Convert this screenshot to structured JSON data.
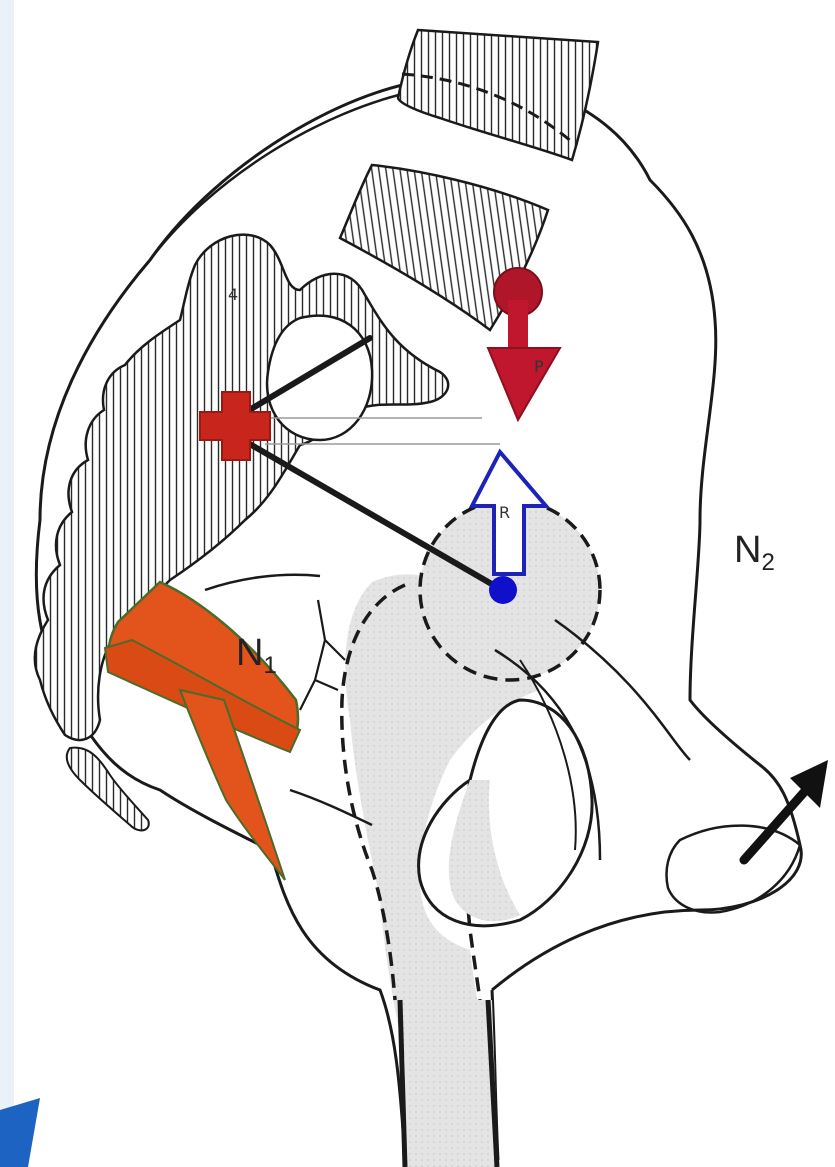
{
  "labels": {
    "n1": {
      "main": "N",
      "sub": "1"
    },
    "n2": {
      "main": "N",
      "sub": "2"
    },
    "red_arrow_mark": "P",
    "blue_arrow_mark": "R"
  },
  "colors": {
    "background": "#ffffff",
    "outline": "#1a1a1a",
    "hatch": "#2a2a2a",
    "shaded_region": "#e2e2e2",
    "muscle_orange": "#e2541b",
    "muscle_green_edge": "#4b6b2a",
    "pivot_red": "#c8261d",
    "pull_arrow_red": "#c0172e",
    "pull_arrow_head_dark": "#8e1020",
    "push_arrow_blue": "#1d23b8",
    "center_point_blue": "#1010cc",
    "corner_accent_blue": "#1c63c2",
    "left_edge_strip": "#eaf1f8"
  },
  "icons": {
    "pivot_marker": "red-cross-pivot-icon",
    "downward_arrow": "red-down-arrow-icon",
    "upward_arrow": "blue-hollow-up-arrow-icon",
    "mouth_arrow": "black-diagonal-arrow-icon"
  }
}
